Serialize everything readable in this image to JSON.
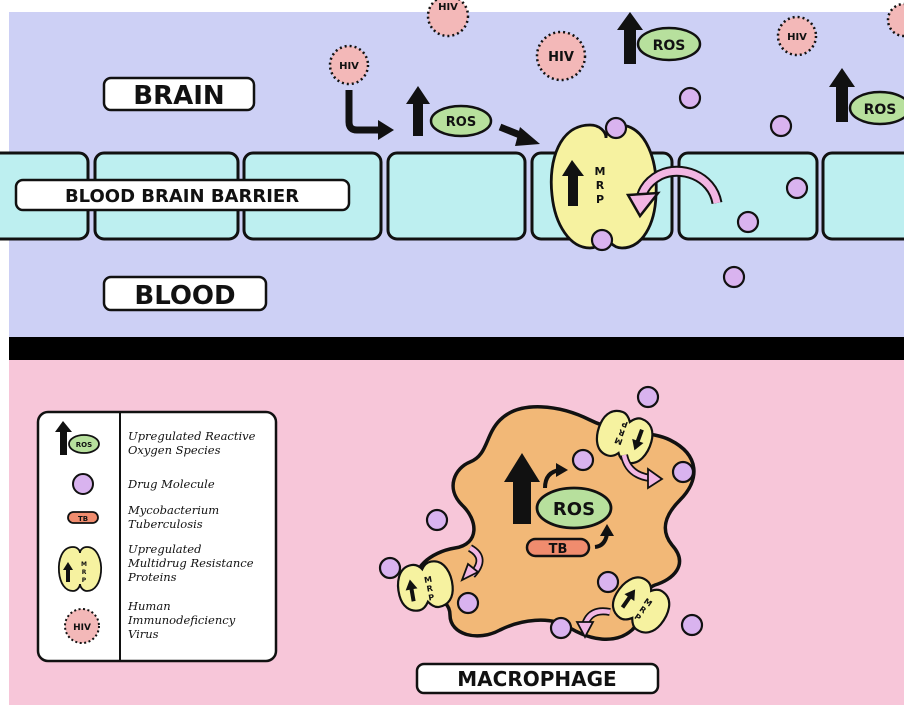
{
  "brain_label": "BRAIN",
  "bbb_label": "BLOOD BRAIN BARRIER",
  "blood_label": "BLOOD",
  "macrophage_label": "MACROPHAGE",
  "hiv": "HIV",
  "ros": "ROS",
  "tb": "TB",
  "mrp_letters": [
    "M",
    "R",
    "P"
  ],
  "legend": {
    "items": [
      {
        "icon": "ros-up-icon",
        "lines": [
          "Upregulated Reactive",
          "Oxygen Species"
        ]
      },
      {
        "icon": "drug-molecule-icon",
        "lines": [
          "Drug Molecule"
        ]
      },
      {
        "icon": "tb-icon",
        "lines": [
          "Mycobacterium",
          "Tuberculosis"
        ]
      },
      {
        "icon": "mrp-icon",
        "lines": [
          "Upregulated",
          "Multidrug Resistance",
          "Proteins"
        ]
      },
      {
        "icon": "hiv-icon",
        "lines": [
          "Human",
          "Immunodeficiency",
          "Virus"
        ]
      }
    ]
  },
  "colors": {
    "top_bg": "#cdd0f5",
    "bottom_bg": "#f7c6d9",
    "cell": "#bdeff0",
    "drug": "#d9b3ef",
    "ros": "#b7e09d",
    "hiv": "#f3b8b8",
    "tb": "#f08c6e",
    "mrp": "#f6f2a0",
    "macrophage": "#f2b877",
    "arrow_pink": "#f2b6e3"
  }
}
